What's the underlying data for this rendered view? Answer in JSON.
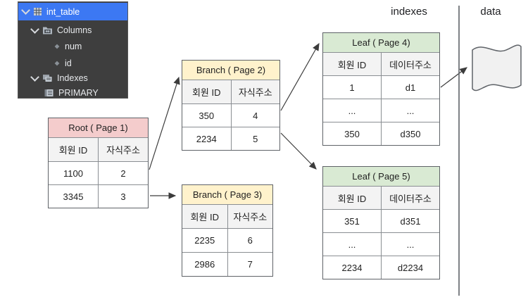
{
  "labels": {
    "indexes": "indexes",
    "data": "data"
  },
  "sidebar": {
    "selected_item": "int_table",
    "items": [
      {
        "label": "int_table",
        "icon": "table-icon",
        "expanded": true,
        "selected": true
      },
      {
        "label": "Columns",
        "icon": "folder-icon",
        "expanded": true
      },
      {
        "label": "num",
        "icon": "diamond-icon"
      },
      {
        "label": "id",
        "icon": "diamond-icon"
      },
      {
        "label": "Indexes",
        "icon": "indexes-icon",
        "expanded": true
      },
      {
        "label": "PRIMARY",
        "icon": "index-key-icon"
      }
    ]
  },
  "tables": {
    "root": {
      "title": "Root ( Page 1)",
      "header_color": "#f4cccc",
      "columns": [
        "회원 ID",
        "자식주소"
      ],
      "rows": [
        [
          "1100",
          "2"
        ],
        [
          "3345",
          "3"
        ]
      ]
    },
    "branch2": {
      "title": "Branch ( Page 2)",
      "header_color": "#fff2cc",
      "columns": [
        "회원 ID",
        "자식주소"
      ],
      "rows": [
        [
          "350",
          "4"
        ],
        [
          "2234",
          "5"
        ]
      ]
    },
    "branch3": {
      "title": "Branch ( Page 3)",
      "header_color": "#fff2cc",
      "columns": [
        "회원 ID",
        "자식주소"
      ],
      "rows": [
        [
          "2235",
          "6"
        ],
        [
          "2986",
          "7"
        ]
      ]
    },
    "leaf4": {
      "title": "Leaf ( Page 4)",
      "header_color": "#d9ead3",
      "columns": [
        "회원 ID",
        "데이터주소"
      ],
      "rows": [
        [
          "1",
          "d1"
        ],
        [
          "...",
          "..."
        ],
        [
          "350",
          "d350"
        ]
      ]
    },
    "leaf5": {
      "title": "Leaf ( Page 5)",
      "header_color": "#d9ead3",
      "columns": [
        "회원 ID",
        "데이터주소"
      ],
      "rows": [
        [
          "351",
          "d351"
        ],
        [
          "...",
          "..."
        ],
        [
          "2234",
          "d2234"
        ]
      ]
    }
  },
  "connections": [
    {
      "from": "Root ( Page 1) row 1100/2",
      "to": "Branch ( Page 2)"
    },
    {
      "from": "Root ( Page 1) row 3345/3",
      "to": "Branch ( Page 3)"
    },
    {
      "from": "Branch ( Page 2) row 350/4",
      "to": "Leaf ( Page 4)"
    },
    {
      "from": "Branch ( Page 2) row 2234/5",
      "to": "Leaf ( Page 5)"
    },
    {
      "from": "Leaf ( Page 4) row 1/d1",
      "to": "data file"
    }
  ],
  "colors": {
    "root_header": "#f4cccc",
    "branch_header": "#fff2cc",
    "leaf_header": "#d9ead3",
    "column_header_bg": "#f3f3f3",
    "panel_bg": "#3e3e3e",
    "panel_selected": "#3c78f3",
    "border": "#5f6368",
    "arrow": "#3c3c3c"
  }
}
